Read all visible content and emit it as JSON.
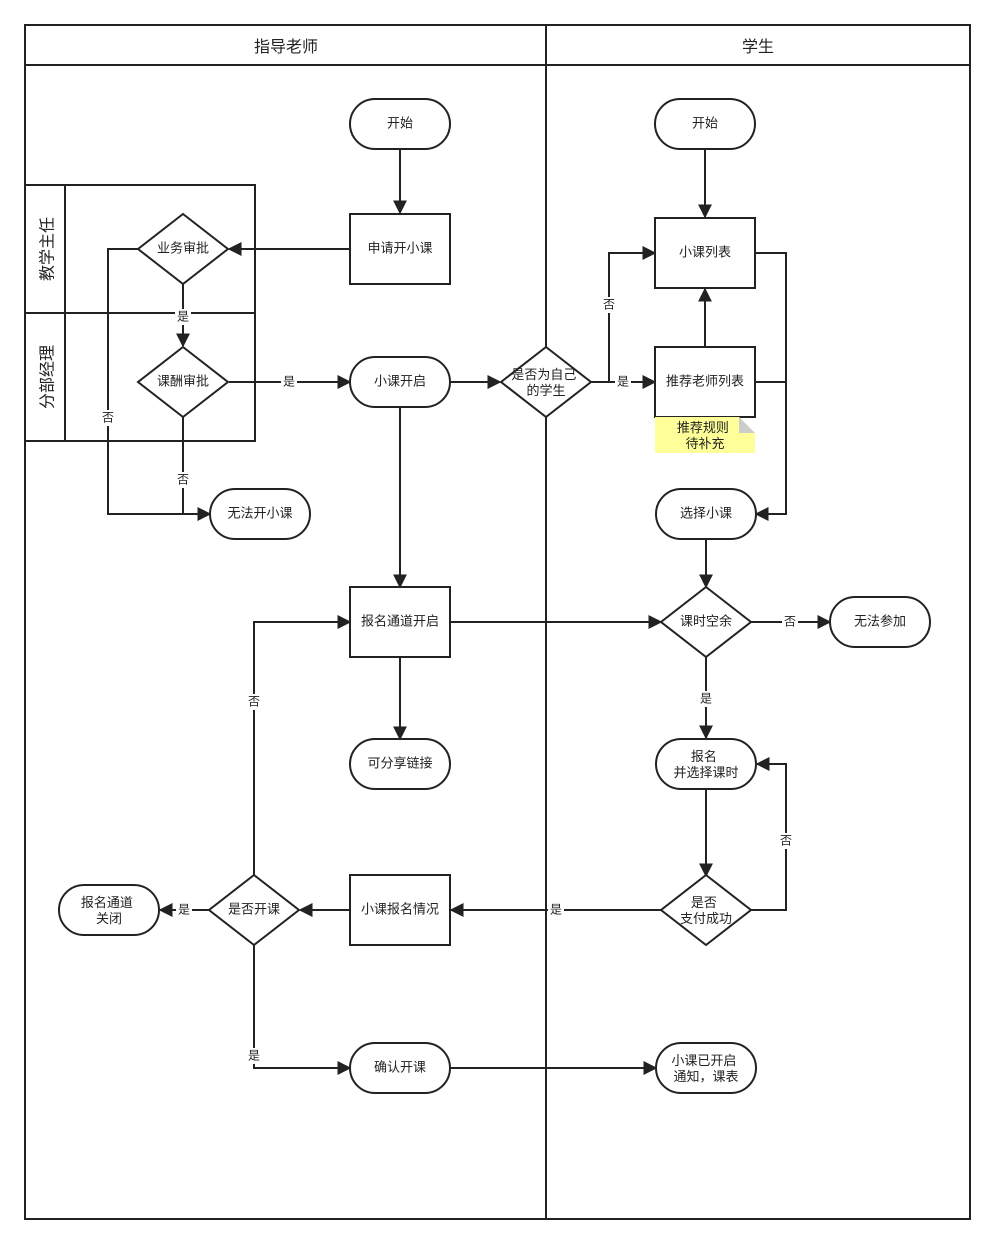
{
  "colors": {
    "green": "#5cb80a",
    "red": "#e8160e",
    "note_bg": "#ffff99",
    "line": "#222222"
  },
  "lanes": {
    "teacher": "指导老师",
    "student": "学生"
  },
  "sub_lanes": {
    "director": "教学主任",
    "manager": "分部经理"
  },
  "nodes": {
    "t_start": "开始",
    "apply": "申请开小课",
    "biz_approve": "业务审批",
    "fee_approve": "课酬审批",
    "class_open": "小课开启",
    "cannot_open": "无法开小课",
    "reg_open": "报名通道开启",
    "share_link": "可分享链接",
    "reg_status": "小课报名情况",
    "open_decision": "是否开课",
    "reg_closed": [
      "报名通道",
      "关闭"
    ],
    "confirm_open": "确认开课",
    "own_student": [
      "是否为自己",
      "的学生"
    ],
    "s_start": "开始",
    "class_list": "小课列表",
    "rec_teachers": "推荐老师列表",
    "note": [
      "推荐规则",
      "待补充"
    ],
    "choose_class": "选择小课",
    "time_avail": "课时空余",
    "cannot_join": "无法参加",
    "signup": [
      "报名",
      "并选择课时"
    ],
    "pay_success": [
      "是否",
      "支付成功"
    ],
    "notified": [
      "小课已开启",
      "通知，课表"
    ]
  },
  "edge_labels": {
    "yes": "是",
    "no": "否"
  }
}
